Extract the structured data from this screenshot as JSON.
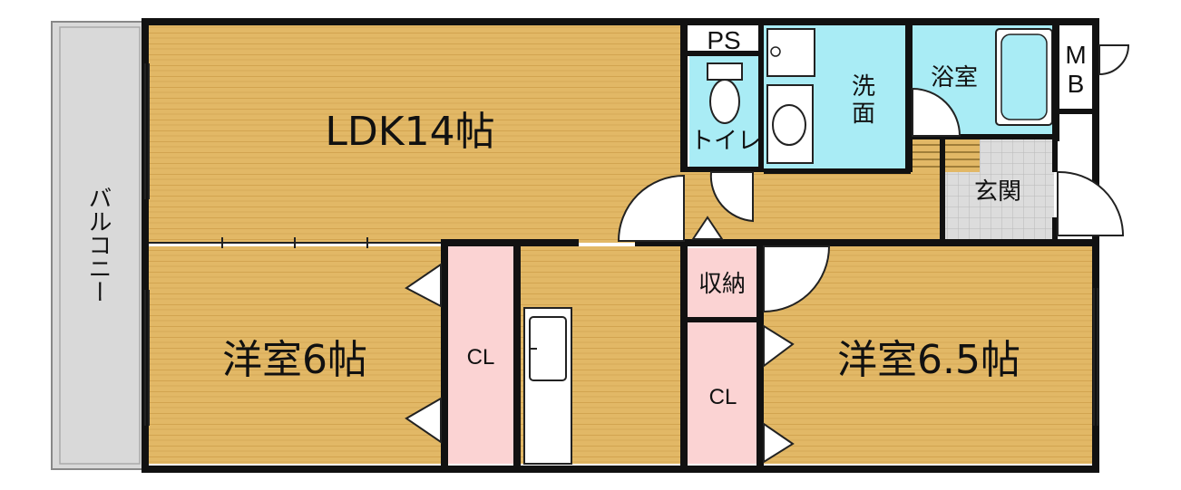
{
  "rooms": {
    "ldk": "LDK14帖",
    "western_left": "洋室6帖",
    "western_right": "洋室6.5帖",
    "closet_left": "CL",
    "closet_right": "CL",
    "storage": "収納",
    "toilet": "トイレ",
    "washroom": "洗\n面",
    "washroom_line1": "洗",
    "washroom_line2": "面",
    "bathroom": "浴室",
    "entrance": "玄関",
    "balcony": "バルコニー",
    "ps": "PS",
    "mb_line1": "M",
    "mb_line2": "B"
  },
  "colors": {
    "wood": "#e2b866",
    "wood_stripe": "#cf9f4a",
    "wet_area": "#a9ecf5",
    "closet": "#fbd3d3",
    "entrance_tile": "#d8d8d8",
    "balcony": "#d9d9d9",
    "wall": "#111111"
  }
}
